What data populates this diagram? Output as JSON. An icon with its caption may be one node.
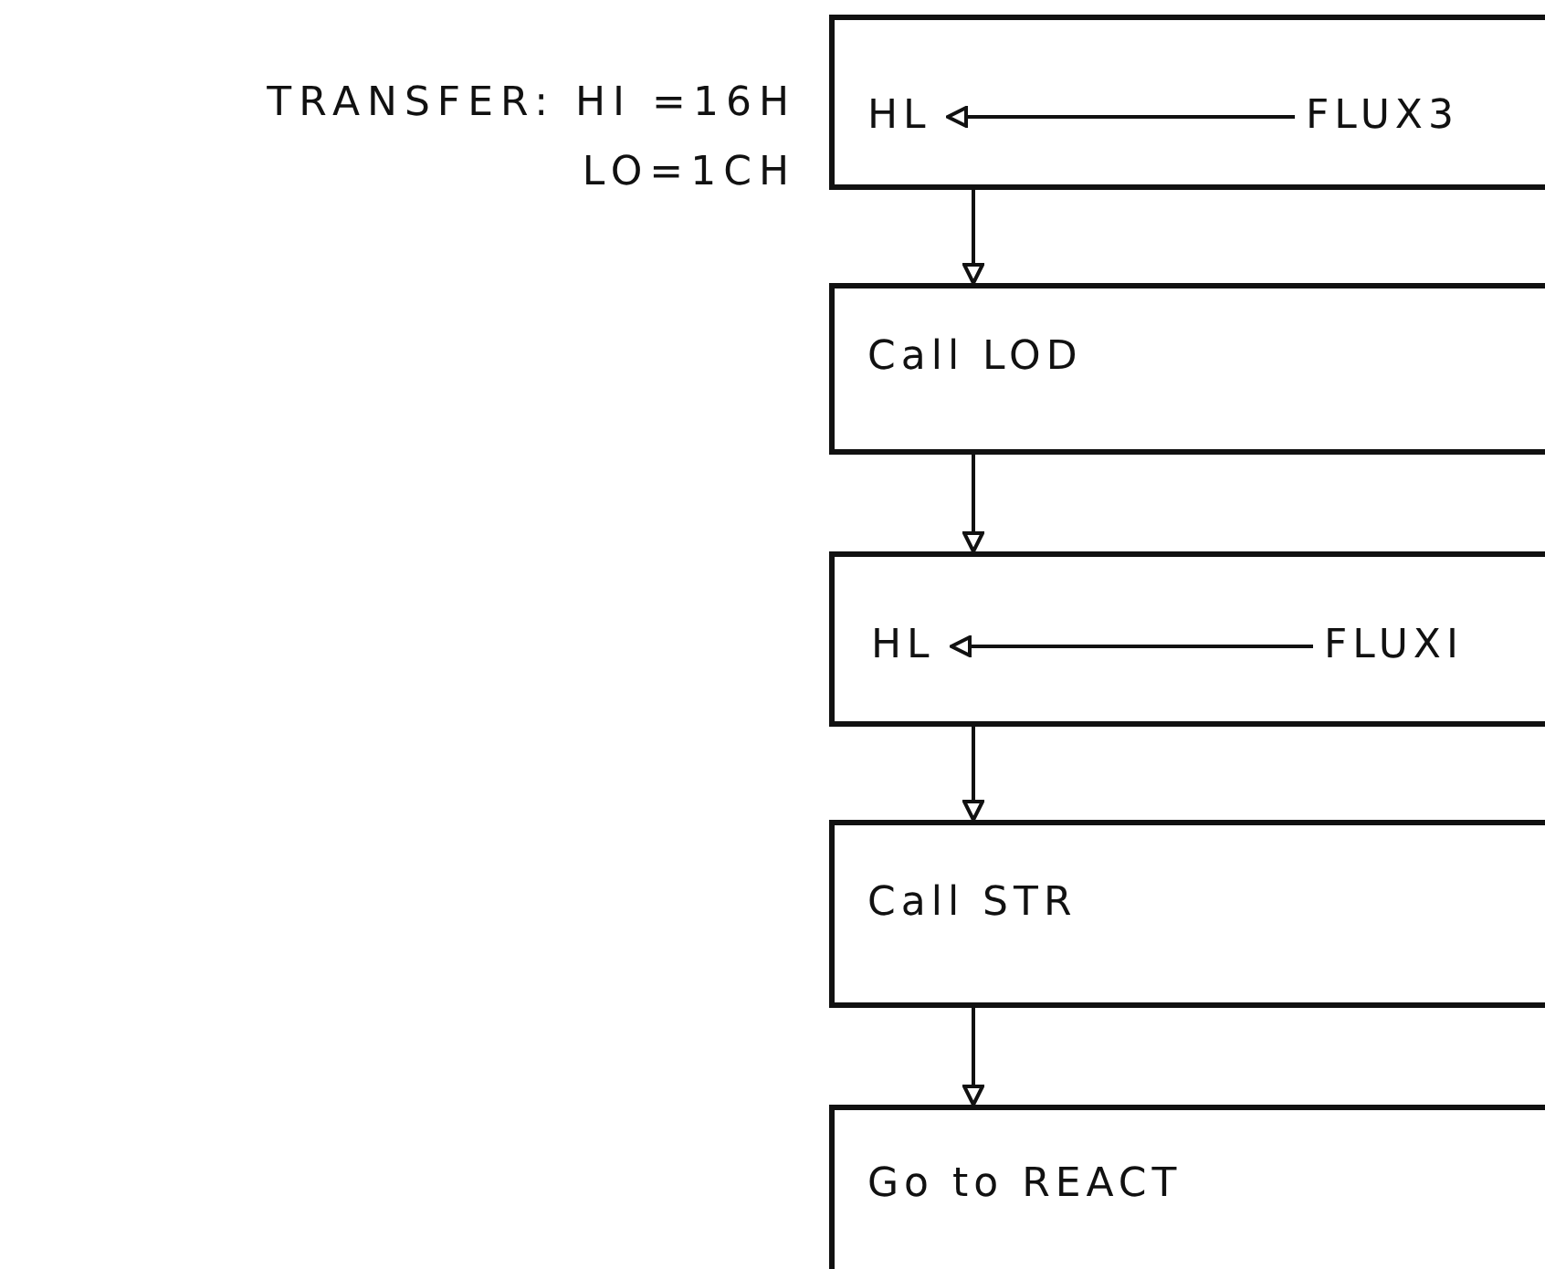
{
  "diagram": {
    "nodes": [
      {
        "text": [],
        "shape": "box"
      },
      {
        "text": [
          "HL"
        ],
        "in": 0
      },
      {
        "text": [
          "FLUX3"
        ],
        "in": 0
      },
      {
        "text": [
          "Call LOD"
        ]
      },
      {
        "text": [],
        "shape": "box"
      },
      {
        "text": [
          "HL"
        ],
        "in": 4
      },
      {
        "text": [
          "FLUXI"
        ],
        "in": 4
      },
      {
        "text": [
          "Call STR"
        ]
      },
      {
        "text": [
          "Go to REACT"
        ]
      }
    ],
    "edges": [
      {
        "from": 2,
        "to": 1,
        "arrow": "to"
      },
      {
        "from": 0,
        "to": 3,
        "arrow": "to"
      },
      {
        "from": 3,
        "to": 4,
        "arrow": "to"
      },
      {
        "from": 6,
        "to": 5,
        "arrow": "to"
      },
      {
        "from": 4,
        "to": 7,
        "arrow": "to"
      },
      {
        "from": 7,
        "to": 8,
        "arrow": "to"
      }
    ],
    "labels": [
      "TRANSFER: HI =16H",
      "LO=1CH"
    ]
  }
}
